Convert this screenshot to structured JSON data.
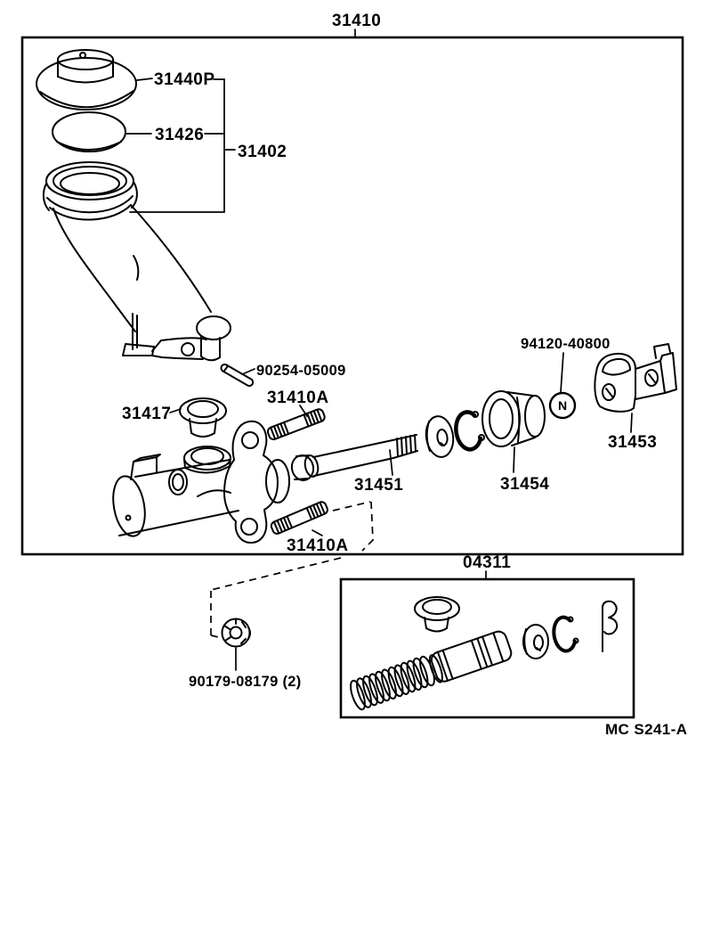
{
  "colors": {
    "ink": "#000000",
    "background": "#ffffff"
  },
  "labels": {
    "assembly": "31410",
    "cap": "31440P",
    "diaphragm": "31426",
    "reservoir_subassembly": "31402",
    "pin": "90254-05009",
    "stud_upper": "31410A",
    "grommet": "31417",
    "bolt": "31451",
    "lock_nut": "94120-40800",
    "bushing": "31454",
    "bracket": "31453",
    "stud_lower": "31410A",
    "repair_kit": "04311",
    "mount_nut": "90179-08179 (2)",
    "catalog_code": "MC S241-A",
    "nut_marker": "N"
  }
}
